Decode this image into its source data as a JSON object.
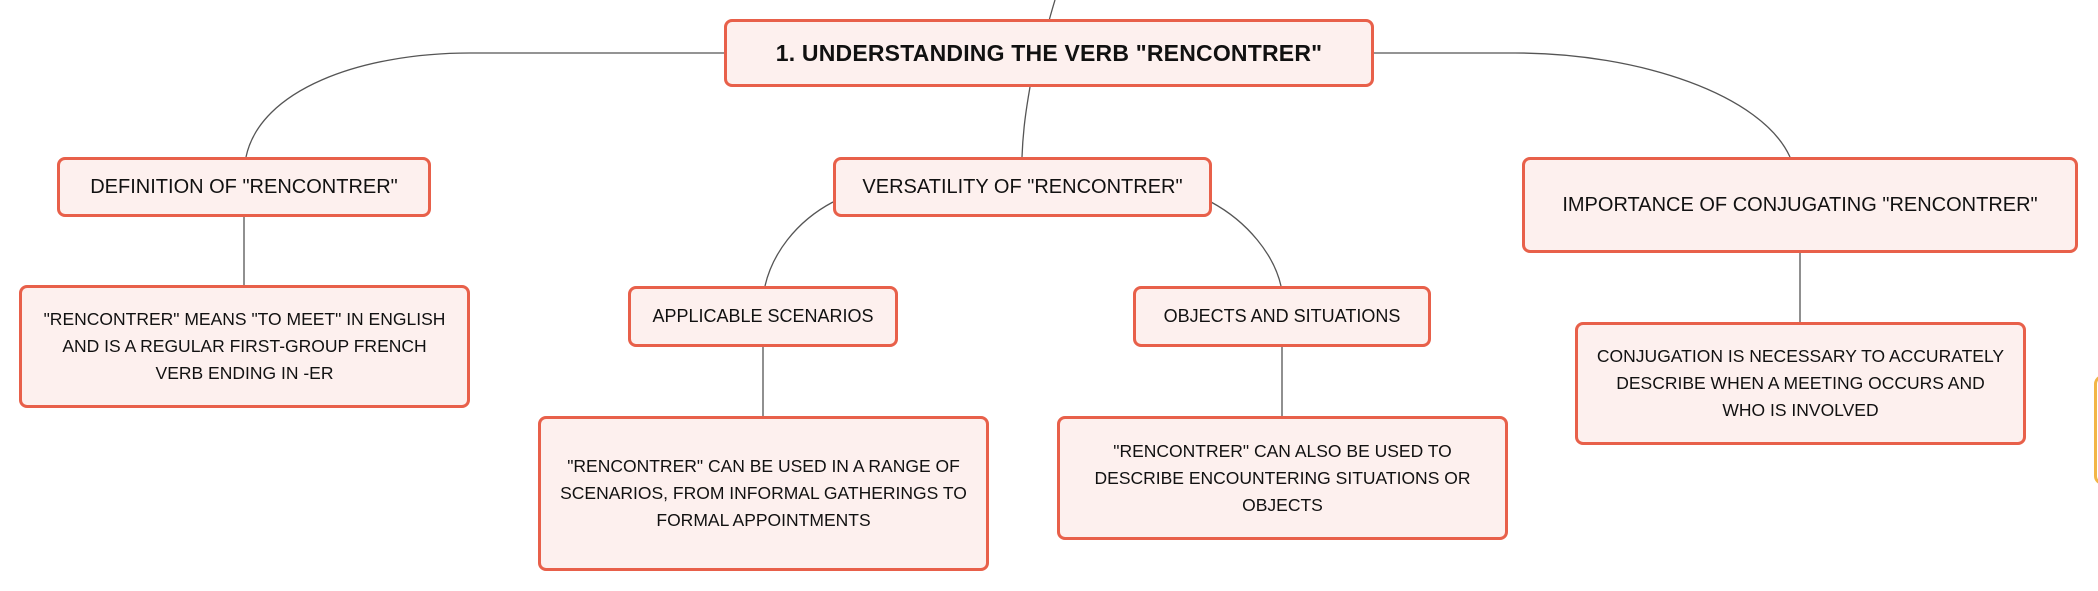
{
  "diagram": {
    "root": {
      "label": "1. UNDERSTANDING THE VERB \"RENCONTRER\""
    },
    "branches": [
      {
        "label": "DEFINITION OF \"RENCONTRER\"",
        "leaf": "\"RENCONTRER\" MEANS \"TO MEET\" IN ENGLISH AND IS A REGULAR FIRST-GROUP FRENCH VERB ENDING IN -ER"
      },
      {
        "label": "VERSATILITY OF \"RENCONTRER\"",
        "children": [
          {
            "label": "APPLICABLE SCENARIOS",
            "leaf": "\"RENCONTRER\" CAN BE USED IN A RANGE OF SCENARIOS, FROM INFORMAL GATHERINGS TO FORMAL APPOINTMENTS"
          },
          {
            "label": "OBJECTS AND SITUATIONS",
            "leaf": "\"RENCONTRER\" CAN ALSO BE USED TO DESCRIBE ENCOUNTERING SITUATIONS OR OBJECTS"
          }
        ]
      },
      {
        "label": "IMPORTANCE OF CONJUGATING \"RENCONTRER\"",
        "leaf": "CONJUGATION IS NECESSARY TO ACCURATELY DESCRIBE WHEN A MEETING OCCURS AND WHO IS INVOLVED"
      }
    ],
    "colors": {
      "node_border": "#e8604a",
      "node_fill": "#fdf0ee",
      "connector": "#555555",
      "edge_tab_border": "#f2b646"
    }
  }
}
